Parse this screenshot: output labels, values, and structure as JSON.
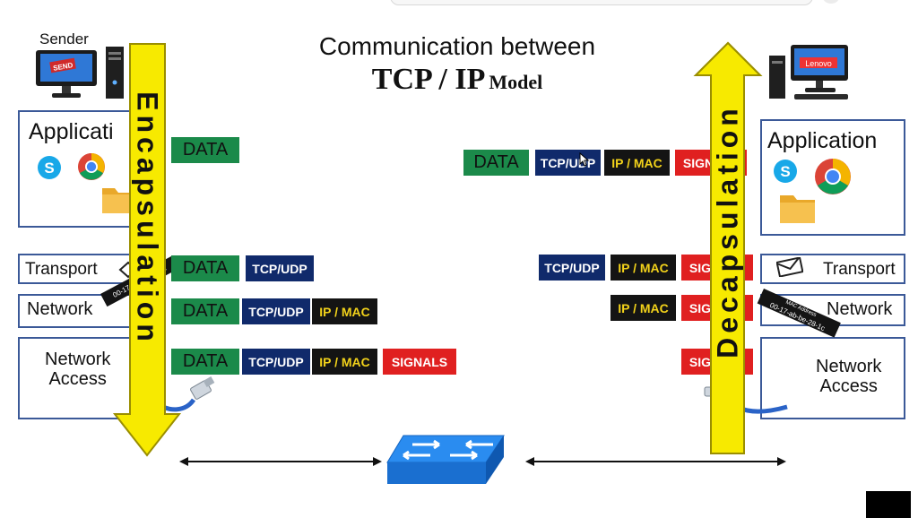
{
  "title": {
    "line1": "Communication between",
    "line2_main": "TCP / IP",
    "line2_suffix": "Model"
  },
  "sender": {
    "label": "Sender",
    "screen_text": "SEND"
  },
  "receiver": {
    "brand": "Lenovo"
  },
  "arrows": {
    "left": "Encapsulation",
    "right": "Decapsulation"
  },
  "left_layers": {
    "application": "Applicati",
    "transport": "Transport",
    "network": "Network",
    "network_access_line1": "Network",
    "network_access_line2": "Access"
  },
  "right_layers": {
    "application": "Application",
    "transport": "Transport",
    "network": "Network",
    "network_access_line1": "Network",
    "network_access_line2": "Access"
  },
  "left_packets": {
    "row1": [
      "DATA"
    ],
    "row2": [
      "DATA",
      "TCP/UDP"
    ],
    "row3": [
      "DATA",
      "TCP/UDP",
      "IP / MAC"
    ],
    "row4": [
      "DATA",
      "TCP/UDP",
      "IP / MAC",
      "SIGNALS"
    ]
  },
  "right_packets": {
    "row1": [
      "DATA",
      "TCP/UDP",
      "IP / MAC",
      "SIGNALS"
    ],
    "row2": [
      "TCP/UDP",
      "IP / MAC",
      "SIGNALS"
    ],
    "row3": [
      "IP / MAC",
      "SIGNALS"
    ],
    "row4": [
      "SIGNALS"
    ]
  },
  "mac_tag": "00-17-ab-be-28-1c",
  "mac_tag_small": "MAC Address",
  "colors": {
    "data": "#1b8a4a",
    "tcp": "#102a6b",
    "ip": "#141414",
    "ip_text": "#f2d21a",
    "signals": "#e02020",
    "arrow": "#f7ea00",
    "arrow_border": "#9a8e00",
    "layer_border": "#3b5998",
    "switch": "#1a7fe0"
  },
  "icons": [
    "skype-icon",
    "chrome-icon",
    "folder-icon",
    "envelope-icon",
    "ethernet-cable-icon",
    "network-switch-icon",
    "desktop-computer-icon",
    "mouse-cursor-icon"
  ]
}
